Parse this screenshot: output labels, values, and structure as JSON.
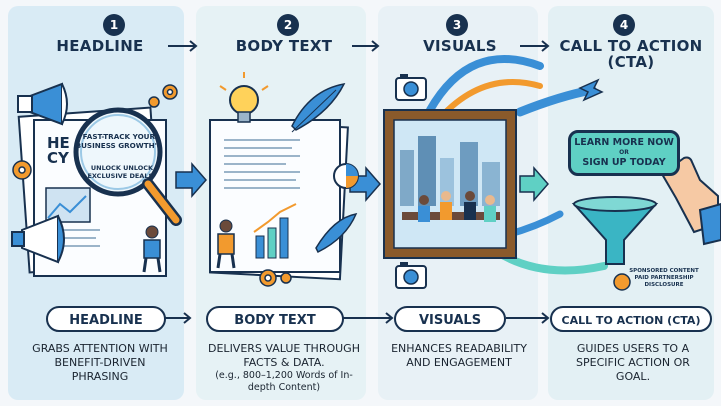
{
  "steps": [
    {
      "number": "1",
      "title": "HEADLINE",
      "pill": "HEADLINE",
      "description": "GRABS ATTENTION WITH BENEFIT-DRIVEN PHRASING"
    },
    {
      "number": "2",
      "title": "BODY TEXT",
      "pill": "BODY TEXT",
      "description": "DELIVERS VALUE THROUGH FACTS & DATA.",
      "note": "(e.g., 800–1,200 Words of In-depth Content)"
    },
    {
      "number": "3",
      "title": "VISUALS",
      "pill": "VISUALS",
      "description": "ENHANCES READABILITY AND ENGAGEMENT"
    },
    {
      "number": "4",
      "title": "CALL TO ACTION (CTA)",
      "pill": "CALL TO ACTION (CTA)",
      "description": "GUIDES USERS TO A SPECIFIC ACTION OR GOAL."
    }
  ],
  "headline_art": {
    "magnified_text": "\"FAST-TRACK YOUR BUSINESS GROWTH\"",
    "unlock_text": "UNLOCK UNLOCK EXCLUSIVE DEALS\"",
    "he_text": "HE",
    "cy_text": "CY"
  },
  "cta_art": {
    "button_line1": "LEARN MORE NOW",
    "button_or": "OR",
    "button_line2": "SIGN UP TODAY",
    "sponsor_line1": "SPONSORED CONTENT",
    "sponsor_line2": "PAID PARTNERSHIP",
    "sponsor_line3": "DISCLOSURE"
  },
  "colors": {
    "navy": "#18314f",
    "teal": "#5fd0c4",
    "blue": "#3a8fd6",
    "orange": "#f29a2e"
  }
}
